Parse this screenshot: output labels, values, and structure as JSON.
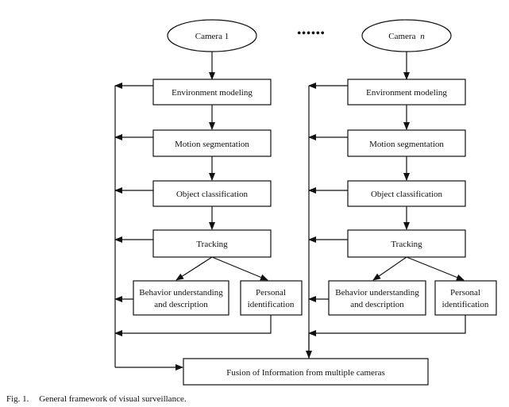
{
  "diagram": {
    "camera_left": {
      "label_main": "Camera 1",
      "label_var": ""
    },
    "camera_right": {
      "label_main": "Camera",
      "label_var": "n"
    },
    "dots": "••••••",
    "stages": {
      "environment": "Environment modeling",
      "motion": "Motion segmentation",
      "object": "Object classification",
      "tracking": "Tracking",
      "behavior_line1": "Behavior understanding",
      "behavior_line2": "and description",
      "personal_line1": "Personal",
      "personal_line2": "identification"
    },
    "fusion": "Fusion of Information from multiple cameras"
  },
  "caption": {
    "label": "Fig. 1.",
    "text": "General framework of visual surveillance."
  }
}
